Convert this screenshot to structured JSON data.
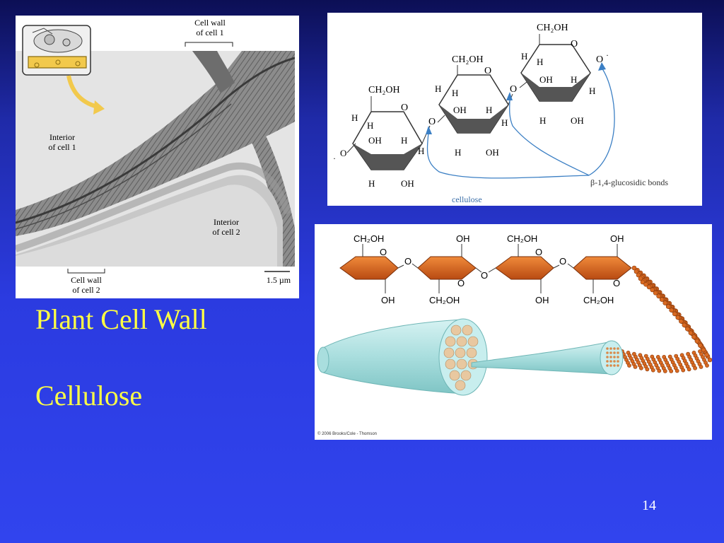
{
  "slide": {
    "title_line1": "Plant Cell Wall",
    "title_line2": "Cellulose",
    "page_number": "14"
  },
  "micrograph": {
    "label_wall1_line1": "Cell wall",
    "label_wall1_line2": "of cell 1",
    "label_interior1_line1": "Interior",
    "label_interior1_line2": "of cell 1",
    "label_interior2_line1": "Interior",
    "label_interior2_line2": "of cell 2",
    "label_wall2_line1": "Cell wall",
    "label_wall2_line2": "of cell 2",
    "scale_bar": "1.5 µm"
  },
  "structure": {
    "ring1": {
      "ch2oh": "CH₂OH",
      "o_ring": "O",
      "h_top1": "H",
      "h_top2": "H",
      "oh_bottom": "OH",
      "h_bottom": "H",
      "h_low": "H",
      "oh_low": "OH",
      "h_right": "H",
      "o_left": "O"
    },
    "ring2": {
      "ch2oh": "CH₂OH",
      "o_ring": "O",
      "h_top1": "H",
      "h_top2": "H",
      "oh": "OH",
      "h_mid": "H",
      "h_right": "H",
      "h_low": "H",
      "oh_low": "OH"
    },
    "ring3": {
      "ch2oh": "CH₂OH",
      "o_ring": "O",
      "h_top1": "H",
      "h_top2": "H",
      "oh": "OH",
      "h_mid": "H",
      "h_right": "H",
      "h_low": "H",
      "oh_low": "OH",
      "o_right": "O"
    },
    "link_o1": "O",
    "link_o2": "O",
    "bond_label": "β-1,4-glucosidic bonds",
    "polymer_label": "cellulose"
  },
  "fiber": {
    "rings": [
      {
        "top": "CH₂OH",
        "o": "O",
        "bottom": "OH"
      },
      {
        "top": "OH",
        "o": "O",
        "bottom": "CH₂OH"
      },
      {
        "top": "CH₂OH",
        "o": "O",
        "bottom": "OH"
      },
      {
        "top": "OH",
        "o": "O",
        "bottom": "CH₂OH"
      }
    ],
    "bridge_o1": "O",
    "bridge_o2": "O",
    "bridge_o3": "O",
    "copyright": "© 2006 Brooks/Cole - Thomson"
  },
  "colors": {
    "slide_text": "#ffff44",
    "ring_fill": "#d95d1f",
    "fiber_cyan": "#b8e6e6",
    "bond_arrow": "#3b7fc4"
  }
}
